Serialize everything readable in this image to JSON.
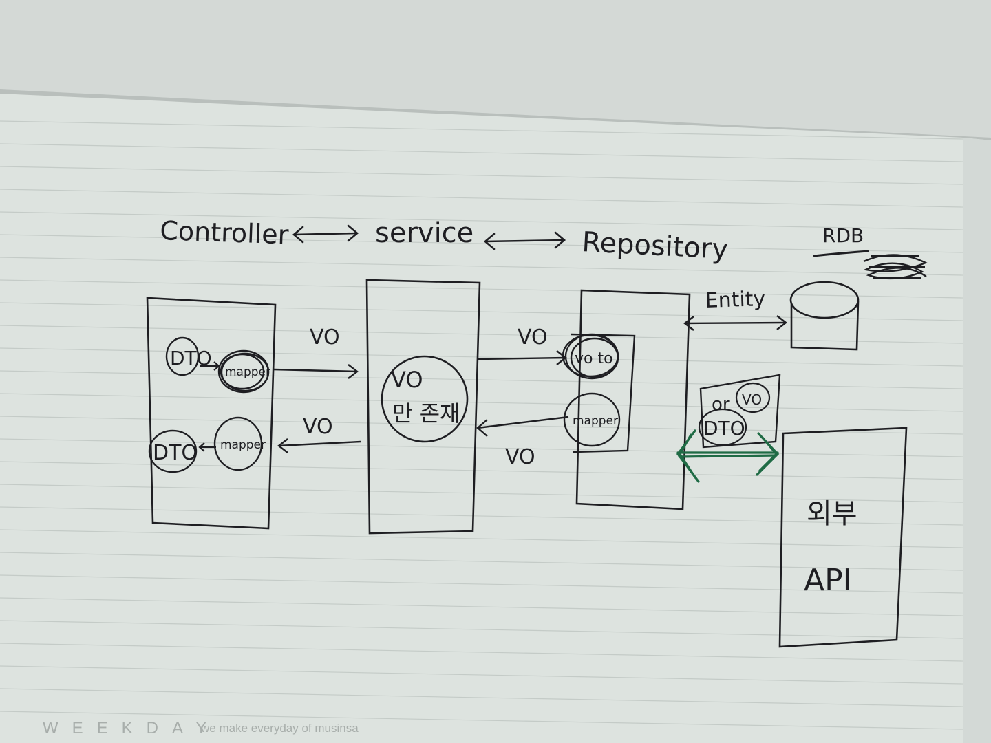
{
  "header": {
    "controller": "Controller",
    "service": "service",
    "repository": "Repository",
    "rdb": "RDB"
  },
  "controller_box": {
    "dto_top": "DTO",
    "mapper_top": "mapper",
    "dto_bottom": "DTO",
    "mapper_bottom": "mapper"
  },
  "service_box": {
    "vo": "VO",
    "subtitle": "만 존재"
  },
  "repository_box": {
    "vo_to": "vo to",
    "mapper": "mapper"
  },
  "arrows": {
    "ctrl_to_service": "VO",
    "service_to_ctrl": "VO",
    "service_to_repo": "VO",
    "repo_to_service": "VO",
    "entity": "Entity"
  },
  "adapter_box": {
    "vo": "VO",
    "or": "or",
    "dto": "DTO"
  },
  "external": {
    "line1": "외부",
    "line2": "API"
  },
  "footer": {
    "brand": "WEEKDAY",
    "tagline": "we make everyday of musinsa"
  },
  "colors": {
    "paper": "#dde3df",
    "ink": "#1e1e22",
    "green_ink": "#1f6b45",
    "rule_line": "#c4cbc7"
  }
}
